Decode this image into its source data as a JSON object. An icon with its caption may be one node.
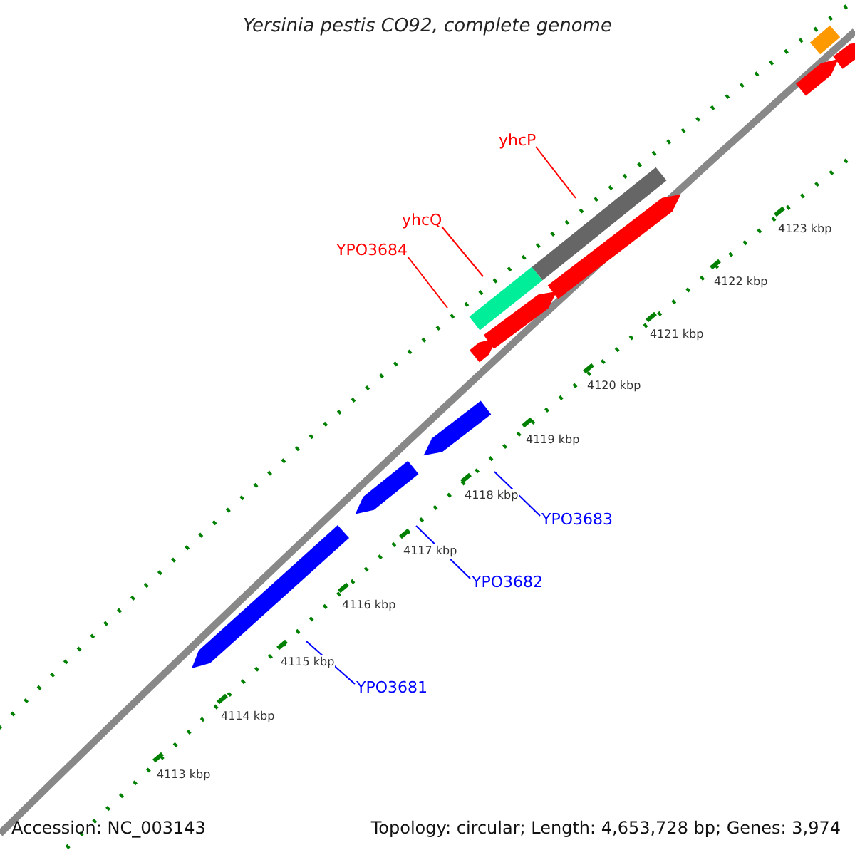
{
  "diagram": {
    "title": "Yersinia pestis CO92, complete genome",
    "nodes": [
      {
        "text": [
          "yhcP"
        ]
      },
      {
        "text": [
          "yhcQ"
        ]
      },
      {
        "text": [
          "YPO3684"
        ]
      },
      {
        "text": [
          "YPO3683"
        ]
      },
      {
        "text": [
          "YPO3682"
        ]
      },
      {
        "text": [
          "YPO3681"
        ]
      }
    ],
    "edges": [
      {
        "from": 0,
        "to": null,
        "arrow": "none",
        "color": "#ff0000"
      },
      {
        "from": 1,
        "to": null,
        "arrow": "none",
        "color": "#ff0000"
      },
      {
        "from": 2,
        "to": null,
        "arrow": "none",
        "color": "#ff0000"
      },
      {
        "from": 3,
        "to": null,
        "arrow": "none",
        "color": "#0000ff"
      },
      {
        "from": 4,
        "to": null,
        "arrow": "none",
        "color": "#0000ff"
      },
      {
        "from": 5,
        "to": null,
        "arrow": "none",
        "color": "#0000ff"
      }
    ],
    "labels": [
      "4123 kbp",
      "4122 kbp",
      "4121 kbp",
      "4120 kbp",
      "4119 kbp",
      "4118 kbp",
      "4117 kbp",
      "4116 kbp",
      "4115 kbp",
      "4114 kbp",
      "4113 kbp",
      "Accession: NC_003143",
      "Topology: circular; Length: 4,653,728 bp; Genes: 3,974"
    ]
  }
}
